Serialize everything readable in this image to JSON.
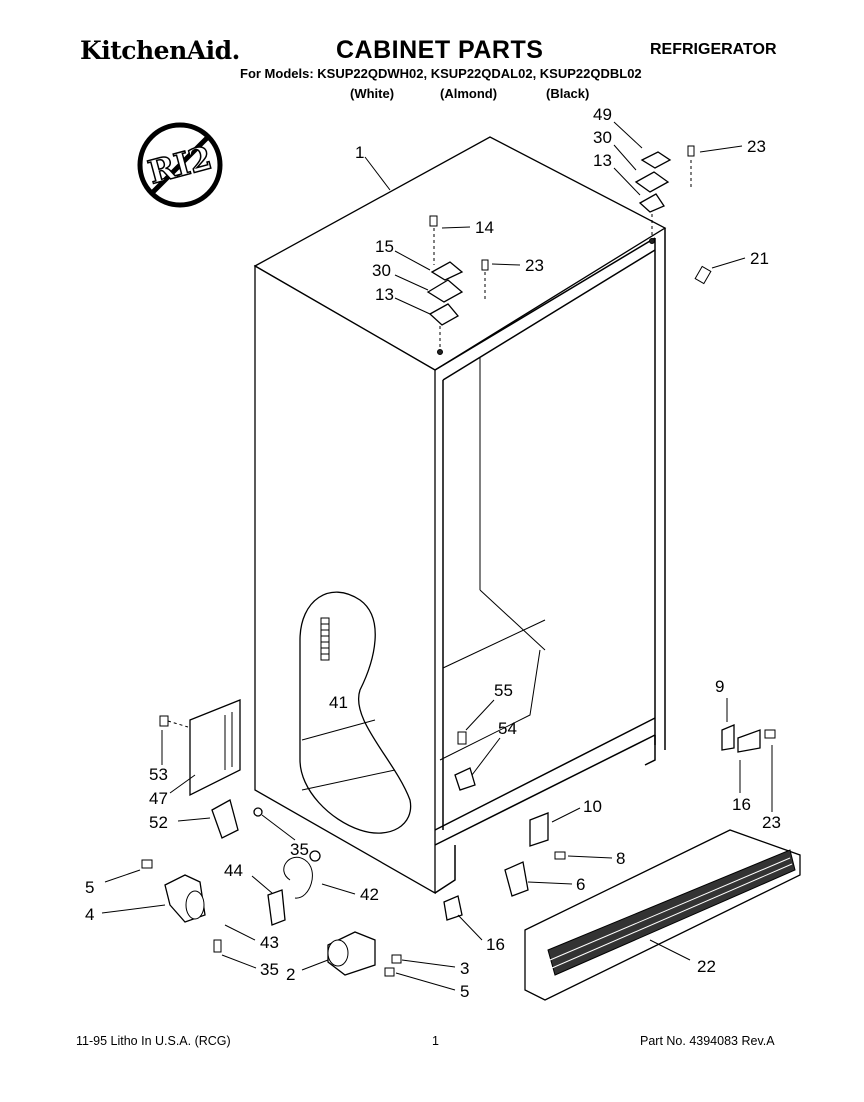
{
  "header": {
    "brand": "KitchenAid.",
    "title": "CABINET PARTS",
    "category": "REFRIGERATOR",
    "models_line": "For Models: KSUP22QDWH02, KSUP22QDAL02, KSUP22QDBL02",
    "variants": [
      "(White)",
      "(Almond)",
      "(Black)"
    ]
  },
  "badge": {
    "text": "RI2"
  },
  "callouts": {
    "c1": "1",
    "c49": "49",
    "c30a": "30",
    "c13a": "13",
    "c23a": "23",
    "c14": "14",
    "c15": "15",
    "c30b": "30",
    "c13b": "13",
    "c23b": "23",
    "c21": "21",
    "c41": "41",
    "c55": "55",
    "c54": "54",
    "c9": "9",
    "c16a": "16",
    "c23c": "23",
    "c53": "53",
    "c47": "47",
    "c52": "52",
    "c35a": "35",
    "c10": "10",
    "c8": "8",
    "c6": "6",
    "c5a": "5",
    "c4": "4",
    "c44": "44",
    "c42": "42",
    "c43": "43",
    "c16b": "16",
    "c35b": "35",
    "c2": "2",
    "c3": "3",
    "c5b": "5",
    "c22": "22"
  },
  "footer": {
    "left": "11-95 Litho In U.S.A. (RCG)",
    "page": "1",
    "right": "Part No. 4394083 Rev.A"
  }
}
